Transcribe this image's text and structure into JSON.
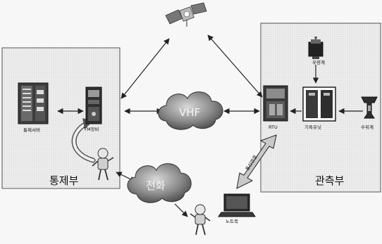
{
  "nodes": {
    "control_section": {
      "label": "통제부"
    },
    "observation_section": {
      "label": "관측부"
    },
    "server": {
      "label": "통제서버",
      "icon": "server-rack-icon"
    },
    "tm_equipment": {
      "label": "TM장비",
      "icon": "tm-equipment-icon"
    },
    "vhf": {
      "label": "VHF",
      "icon": "cloud-icon"
    },
    "phone": {
      "label": "전화",
      "icon": "cloud-icon"
    },
    "rtu": {
      "label": "RTU",
      "icon": "rtu-cabinet-icon"
    },
    "logger": {
      "label": "기록유닛",
      "icon": "logger-cabinet-icon"
    },
    "rain_gauge": {
      "label": "우량계",
      "icon": "rain-gauge-icon"
    },
    "water_gauge": {
      "label": "수위계",
      "icon": "water-level-gauge-icon"
    },
    "notebook": {
      "label": "노트북",
      "icon": "laptop-icon"
    },
    "satellite": {
      "icon": "satellite-icon"
    },
    "operator": {
      "icon": "operator-person-icon"
    },
    "field_person": {
      "icon": "field-person-icon"
    }
  },
  "link_labels": {
    "notebook_rtu": "통신연결"
  },
  "colors": {
    "panel_fill": "#ececec",
    "line": "#222222",
    "cloud_dark": "#5f5f5f",
    "cloud_light": "#d0d0d0"
  }
}
